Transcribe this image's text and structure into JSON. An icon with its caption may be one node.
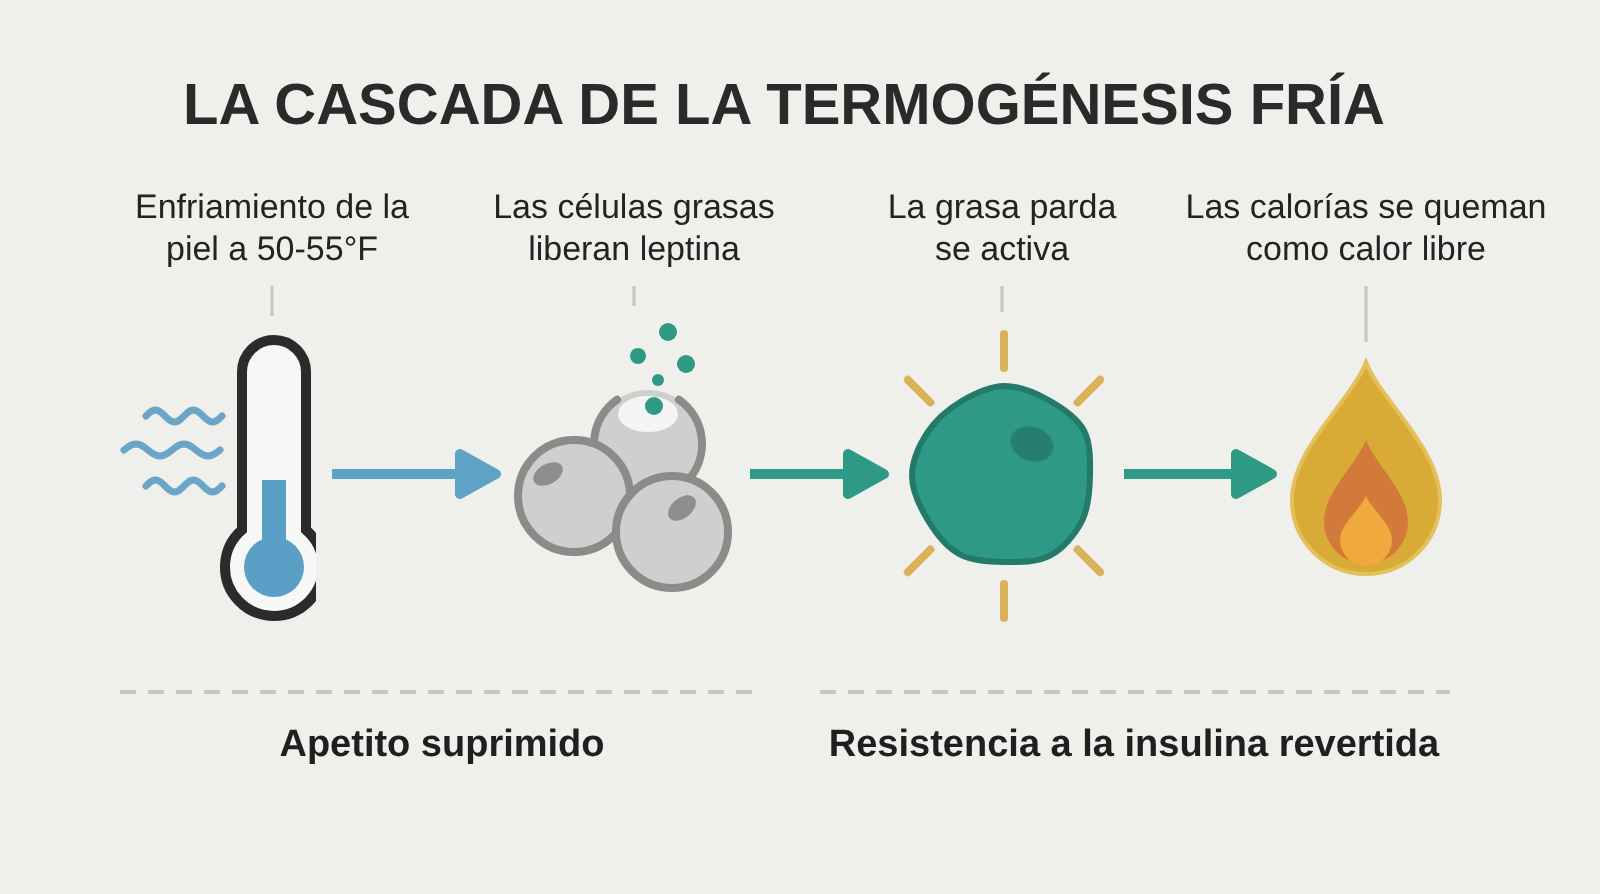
{
  "diagram": {
    "title": "LA CASCADA DE LA TERMOGÉNESIS FRÍA",
    "nodes": [
      {
        "text": [
          "Enfriamiento de la piel a 50-55°F"
        ]
      },
      {
        "text": [
          "Las células grasas liberan leptina"
        ]
      },
      {
        "text": [
          "La grasa parda se activa"
        ]
      },
      {
        "text": [
          "Las calorías se queman como calor libre"
        ]
      },
      {
        "text": [],
        "shape": "picture"
      },
      {
        "text": [],
        "shape": "picture"
      },
      {
        "text": [],
        "shape": "picture"
      },
      {
        "text": [],
        "shape": "picture"
      }
    ],
    "edges": [
      {
        "from": 0,
        "to": 4,
        "arrow": "none"
      },
      {
        "from": 1,
        "to": 5,
        "arrow": "none"
      },
      {
        "from": 2,
        "to": 6,
        "arrow": "none"
      },
      {
        "from": 3,
        "to": 7,
        "arrow": "none"
      },
      {
        "from": 4,
        "to": 5,
        "arrow": "to",
        "style": "thick",
        "color": "#5ea3c6"
      },
      {
        "from": 5,
        "to": 6,
        "arrow": "to",
        "style": "thick",
        "color": "#2e9a85"
      },
      {
        "from": 6,
        "to": 7,
        "arrow": "to",
        "style": "thick",
        "color": "#2e9a85"
      }
    ],
    "labels": [
      "Apetito suprimido",
      "Resistencia a la insulina revertida"
    ]
  }
}
